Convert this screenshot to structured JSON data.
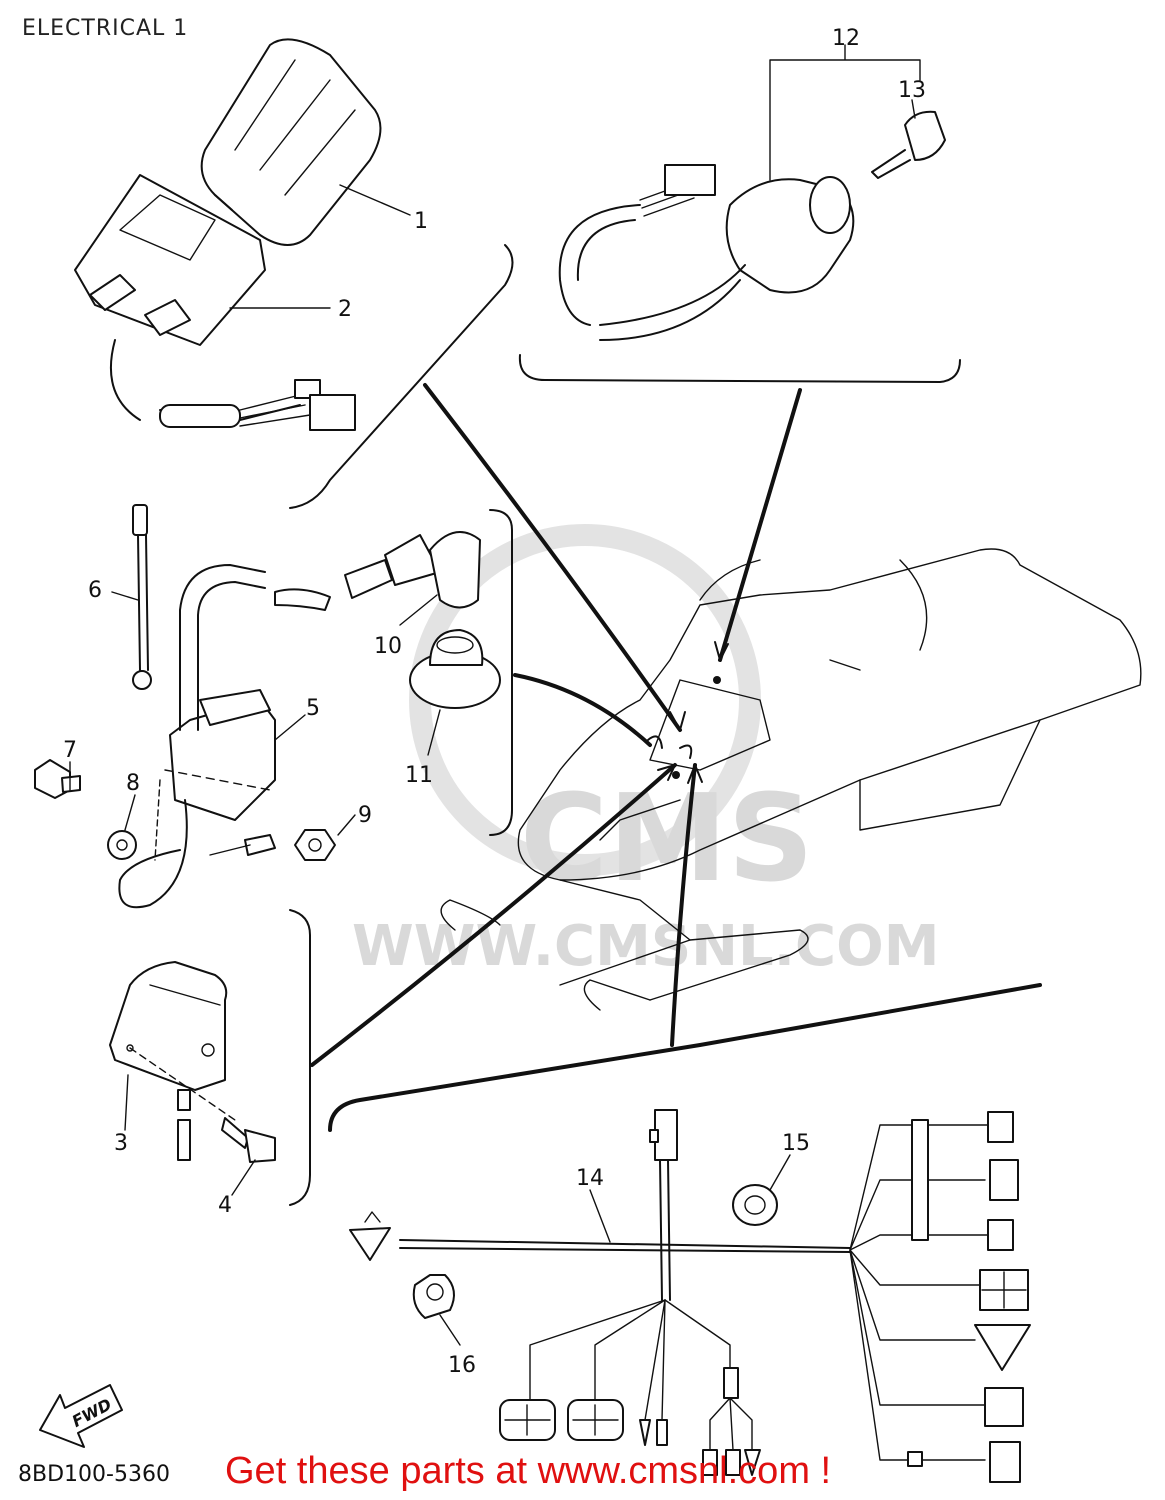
{
  "header": {
    "title": "ELECTRICAL 1"
  },
  "footer": {
    "part_code": "8BD100-5360",
    "promo": "Get these parts at www.cmsnl.com !"
  },
  "watermark": {
    "text": "WWW.CMSNL.COM",
    "logo": "CMS"
  },
  "fwd_badge": "FWD",
  "callouts": [
    "1",
    "2",
    "3",
    "4",
    "5",
    "6",
    "7",
    "8",
    "9",
    "10",
    "11",
    "12",
    "13",
    "14",
    "15",
    "16"
  ],
  "colors": {
    "ink": "#111111",
    "promo": "#e01010",
    "watermark": "#d9d9d9"
  }
}
